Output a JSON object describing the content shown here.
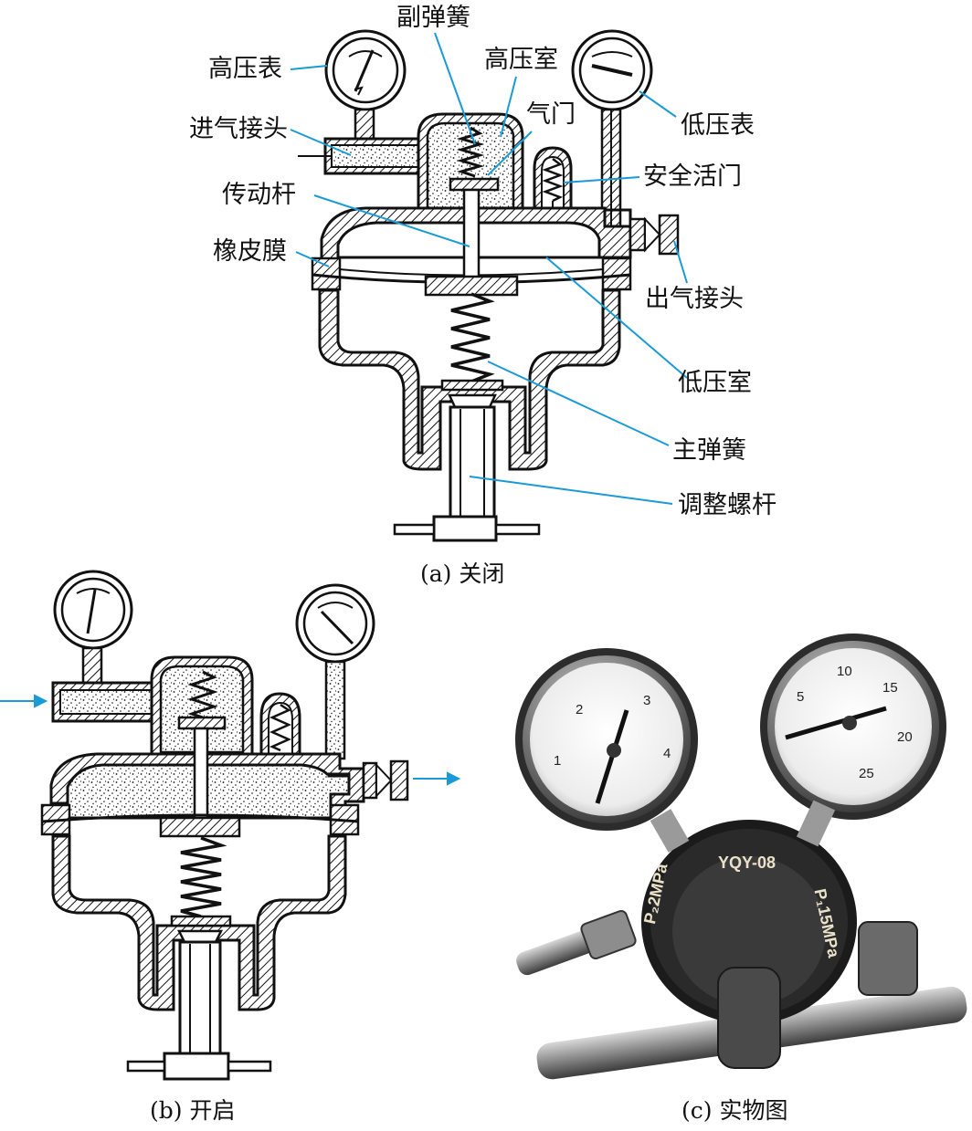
{
  "labels": {
    "high_pressure_gauge": "高压表",
    "secondary_spring": "副弹簧",
    "high_pressure_chamber": "高压室",
    "inlet_connector": "进气接头",
    "valve": "气门",
    "low_pressure_gauge": "低压表",
    "safety_valve": "安全活门",
    "transmission_rod": "传动杆",
    "rubber_diaphragm": "橡皮膜",
    "outlet_connector": "出气接头",
    "low_pressure_chamber": "低压室",
    "main_spring": "主弹簧",
    "adjusting_screw": "调整螺杆"
  },
  "captions": {
    "a": "(a) 关闭",
    "b": "(b) 开启",
    "c": "(c) 实物图"
  },
  "photo": {
    "left_dial_numbers": [
      "1",
      "2",
      "3",
      "4"
    ],
    "right_dial_numbers": [
      "5",
      "10",
      "15",
      "20",
      "25"
    ],
    "model_text": "YQY-08",
    "pressure_left": "P₂2MPa",
    "pressure_right": "P₁15MPa"
  },
  "colors": {
    "leader_line": "#1a9ad6",
    "arrow": "#1a9ad6",
    "outline": "#111111"
  }
}
